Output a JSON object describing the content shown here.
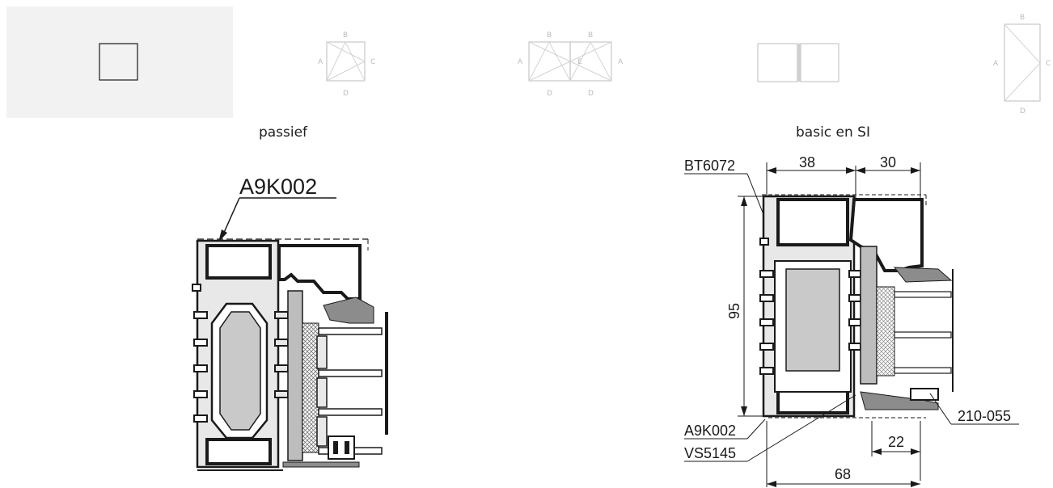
{
  "thumbnails": [
    {
      "type": "fixed",
      "letters": []
    },
    {
      "type": "tilt-turn",
      "letters": [
        "A",
        "B",
        "C",
        "D"
      ]
    },
    {
      "type": "double-tilt-turn",
      "letters": [
        "A",
        "B",
        "E",
        "B",
        "A",
        "D",
        "D"
      ]
    },
    {
      "type": "double-fixed",
      "letters": []
    },
    {
      "type": "door",
      "letters": [
        "A",
        "B",
        "C",
        "D"
      ]
    }
  ],
  "sections": {
    "passief": {
      "caption": "passief",
      "labels": {
        "profile": "A9K002"
      }
    },
    "basic": {
      "caption": "basic en SI",
      "labels": {
        "insert": "BT6072",
        "frame": "A9K002",
        "gasket": "VS5145",
        "bead": "210-055"
      },
      "dimensions": {
        "height": "95",
        "sash": "38",
        "glazing": "30",
        "total": "68",
        "offset": "22"
      }
    }
  },
  "colors": {
    "line": "#1a1a1a",
    "fill_light": "#e8e8e8",
    "fill_mid": "#bdbdbd",
    "fill_dark": "#8c8c8c",
    "active_bg": "#f2f2f2",
    "thumb_line": "#c8c8c8"
  }
}
